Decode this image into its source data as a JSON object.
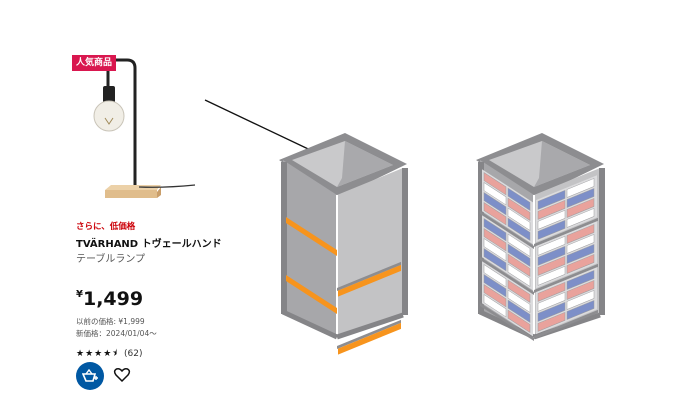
{
  "product": {
    "badge": "人気商品",
    "promo": "さらに、低価格",
    "title": "TVÄRHAND トヴェールハンド",
    "subtitle": "テーブルランプ",
    "currency": "¥",
    "price": "1,499",
    "previous_price": "以前の価格: ¥1,999",
    "new_price_since": "新価格：2024/01/04〜",
    "rating": 4.5,
    "stars": "★★★★⯨",
    "review_count": "(62)",
    "add_to_cart_icon": "cart-add-icon",
    "favorite_icon": "heart-icon"
  },
  "colors": {
    "badge": "#d9174f",
    "promo": "#cc0008",
    "cart_button": "#0058a3",
    "band": "#f7941d",
    "brick_pink": "#e9a29c",
    "brick_blue": "#7d8fc8",
    "frame": "#8a8a8d"
  }
}
